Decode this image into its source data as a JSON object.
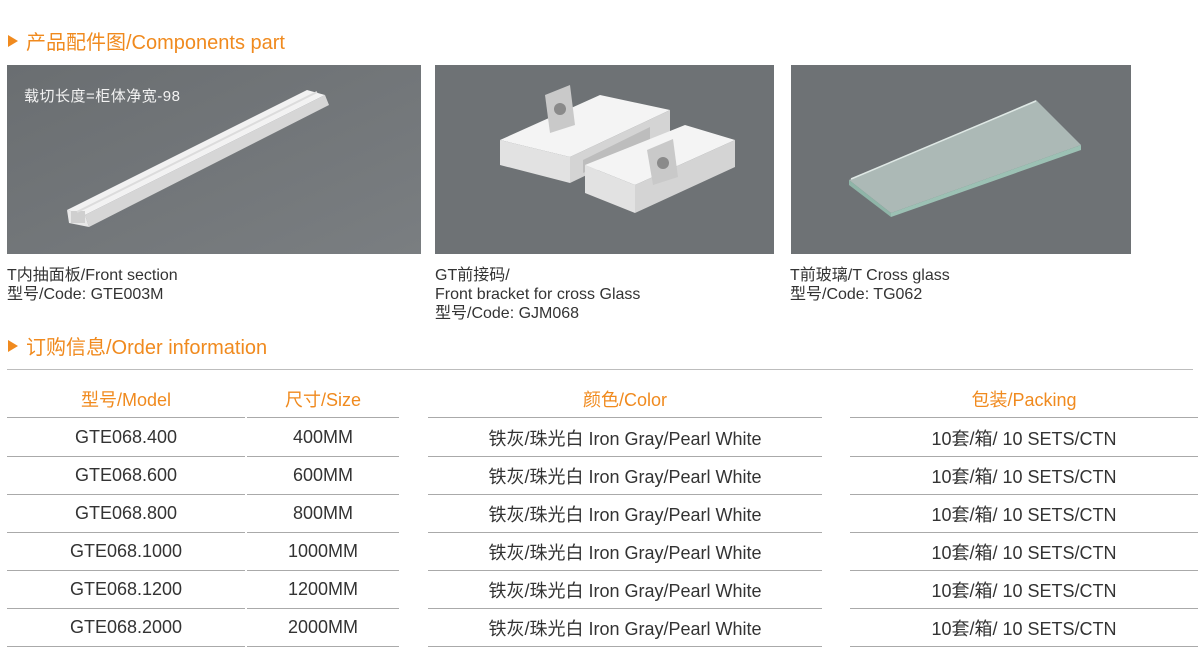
{
  "sections": {
    "components_title": "产品配件图/Components part",
    "order_title": "订购信息/Order information"
  },
  "components": [
    {
      "overlay": "载切长度=柜体净宽-98",
      "name": "T内抽面板/Front section",
      "code": "型号/Code: GTE003M"
    },
    {
      "name_cn": "GT前接码/",
      "name": "Front bracket for cross Glass",
      "code": "型号/Code: GJM068"
    },
    {
      "name": "T前玻璃/T Cross glass",
      "code": "型号/Code: TG062"
    }
  ],
  "order_table": {
    "headers": [
      "型号/Model",
      "尺寸/Size",
      "颜色/Color",
      "包装/Packing"
    ],
    "rows": [
      [
        "GTE068.400",
        "400MM",
        "铁灰/珠光白  Iron Gray/Pearl White",
        "10套/箱/  10 SETS/CTN"
      ],
      [
        "GTE068.600",
        "600MM",
        "铁灰/珠光白  Iron Gray/Pearl White",
        "10套/箱/  10 SETS/CTN"
      ],
      [
        "GTE068.800",
        "800MM",
        "铁灰/珠光白  Iron Gray/Pearl White",
        "10套/箱/  10 SETS/CTN"
      ],
      [
        "GTE068.1000",
        "1000MM",
        "铁灰/珠光白  Iron Gray/Pearl White",
        "10套/箱/  10 SETS/CTN"
      ],
      [
        "GTE068.1200",
        "1200MM",
        "铁灰/珠光白  Iron Gray/Pearl White",
        "10套/箱/  10 SETS/CTN"
      ],
      [
        "GTE068.2000",
        "2000MM",
        "铁灰/珠光白  Iron Gray/Pearl White",
        "10套/箱/  10 SETS/CTN"
      ]
    ]
  },
  "colors": {
    "accent": "#f08a1e",
    "photo_bg": "#6e7275"
  }
}
